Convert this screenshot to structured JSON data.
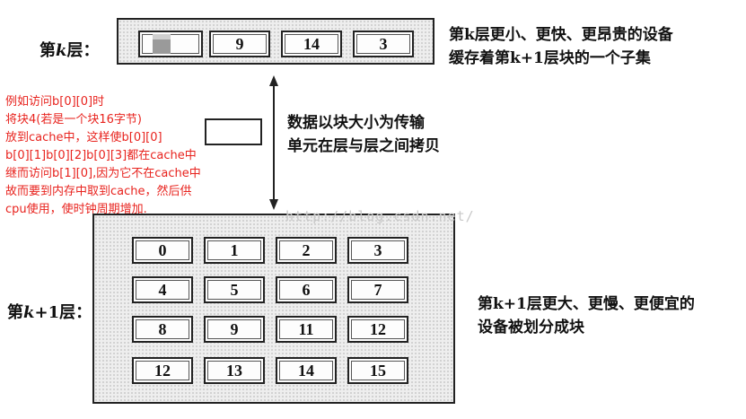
{
  "level_k": {
    "label_prefix": "第",
    "label_var": "k",
    "label_suffix": "层：",
    "blocks": [
      "",
      "9",
      "14",
      "3"
    ],
    "description": [
      "第k层更小、更快、更昂贵的设备",
      "缓存着第k+1层块的一个子集"
    ]
  },
  "transfer": {
    "description": [
      "数据以块大小为传输",
      "单元在层与层之间拷贝"
    ]
  },
  "level_k1": {
    "label_prefix": "第",
    "label_var": "k",
    "label_suffix": "+1层：",
    "blocks": [
      [
        "0",
        "1",
        "2",
        "3"
      ],
      [
        "4",
        "5",
        "6",
        "7"
      ],
      [
        "8",
        "9",
        "11",
        "12"
      ],
      [
        "12",
        "13",
        "14",
        "15"
      ]
    ],
    "description": [
      "第k+1层更大、更慢、更便宜的",
      "设备被划分成块"
    ]
  },
  "annotation": {
    "lines": [
      "例如访问b[0][0]时",
      "将块4(若是一个块16字节)",
      "放到cache中，这样使b[0][0]",
      "b[0][1]b[0][2]b[0][3]都在cache中",
      "继而访问b[1][0],因为它不在cache中",
      "故而要到内存中取到cache，然后供",
      "cpu使用，使时钟周期增加."
    ],
    "color": "#e8231e"
  },
  "watermark": "http://blog.csdn.net/"
}
